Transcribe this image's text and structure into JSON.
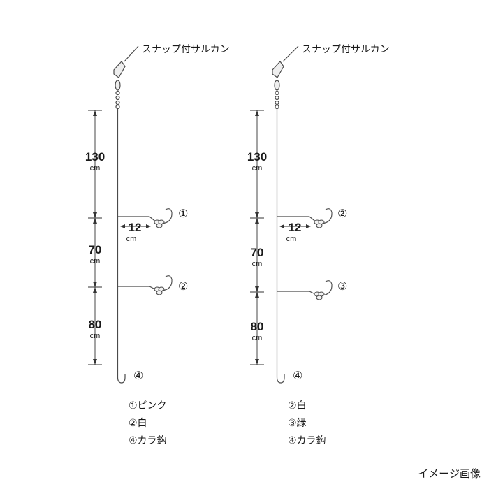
{
  "colors": {
    "line": "#4a4a4a",
    "text": "#1a1a1a",
    "swivel_fill": "#eeeeee"
  },
  "rigs": [
    {
      "snap_label": "スナップ付サルカン",
      "segments": [
        {
          "value": "130",
          "unit": "cm"
        },
        {
          "value": "70",
          "unit": "cm"
        },
        {
          "value": "80",
          "unit": "cm"
        }
      ],
      "branch_length": {
        "value": "12",
        "unit": "cm"
      },
      "hook_markers": [
        "①",
        "②",
        "④"
      ],
      "legend": [
        "①ピンク",
        "②白",
        "④カラ鈎"
      ]
    },
    {
      "snap_label": "スナップ付サルカン",
      "segments": [
        {
          "value": "130",
          "unit": "cm"
        },
        {
          "value": "70",
          "unit": "cm"
        },
        {
          "value": "80",
          "unit": "cm"
        }
      ],
      "branch_length": {
        "value": "12",
        "unit": "cm"
      },
      "hook_markers": [
        "②",
        "③",
        "④"
      ],
      "legend": [
        "②白",
        "③緑",
        "④カラ鈎"
      ]
    }
  ],
  "caption": "イメージ画像"
}
